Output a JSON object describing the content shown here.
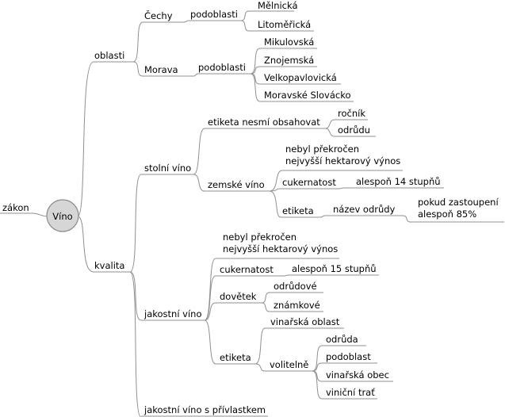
{
  "root": {
    "label": "Víno",
    "side_left": "zákon"
  },
  "branches": {
    "oblasti": {
      "label": "oblasti",
      "cechy": {
        "label": "Čechy",
        "sub_label": "podoblasti",
        "items": [
          "Mělnická",
          "Litoměřická"
        ]
      },
      "morava": {
        "label": "Morava",
        "sub_label": "podoblasti",
        "items": [
          "Mikulovská",
          "Znojemská",
          "Velkopavlovická",
          "Moravské Slovácko"
        ]
      }
    },
    "kvalita": {
      "label": "kvalita",
      "stolni": {
        "label": "stolní víno",
        "etiketa_nesmi": {
          "label": "etiketa nesmí obsahovat",
          "items": [
            "ročník",
            "odrůdu"
          ]
        },
        "zemske": {
          "label": "zemské víno",
          "note": [
            "nebyl překročen",
            "nejvyšší hektarový výnos"
          ],
          "cukernatost": {
            "label": "cukernatost",
            "value": "alespoň 14 stupňů"
          },
          "etiketa": {
            "label": "etiketa",
            "nazev": "název odrůdy",
            "condition": [
              "pokud zastoupení",
              "alespoň 85%"
            ]
          }
        }
      },
      "jakostni": {
        "label": "jakostní víno",
        "note": [
          "nebyl překročen",
          "nejvyšší hektarový výnos"
        ],
        "cukernatost": {
          "label": "cukernatost",
          "value": "alespoň 15 stupňů"
        },
        "dovetek": {
          "label": "dovětek",
          "items": [
            "odrůdové",
            "známkové"
          ]
        },
        "etiketa": {
          "label": "etiketa",
          "vinarska_oblast": "vinařská oblast",
          "volitelne": {
            "label": "volitelně",
            "items": [
              "odrůda",
              "podoblast",
              "vinařská obec",
              "viniční trať"
            ]
          }
        }
      },
      "s_privlastkem": {
        "label": "jakostní víno s přívlastkem"
      }
    }
  }
}
